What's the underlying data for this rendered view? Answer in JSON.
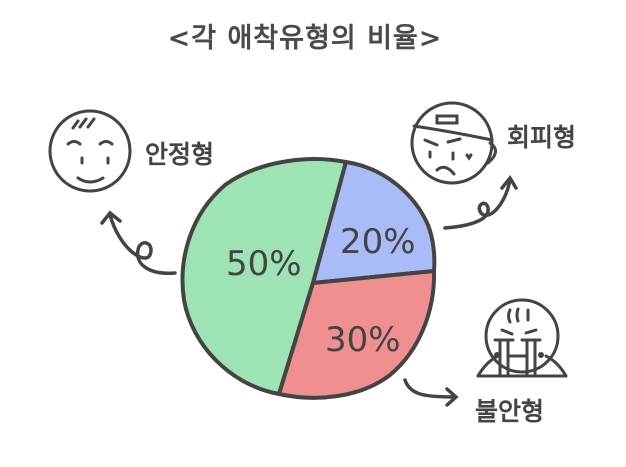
{
  "title": "<각 애착유형의 비율>",
  "chart_data": {
    "type": "pie",
    "title": "<각 애착유형의 비율>",
    "categories": [
      "안정형",
      "회피형",
      "불안형"
    ],
    "values": [
      50,
      20,
      30
    ],
    "unit": "%",
    "colors": [
      "#9ee3b3",
      "#aabcf7",
      "#f08f8f"
    ],
    "data_labels": [
      "50%",
      "20%",
      "30%"
    ],
    "legend": "none (labels with face illustrations and arrows)"
  },
  "labels": {
    "secure": "안정형",
    "avoidant": "회피형",
    "anxious": "불안형"
  },
  "slices": {
    "secure": "50%",
    "avoidant": "20%",
    "anxious": "30%"
  },
  "colors": {
    "stroke": "#444444",
    "secure": "#9ee3b3",
    "avoidant": "#aabcf7",
    "anxious": "#f08f8f"
  }
}
